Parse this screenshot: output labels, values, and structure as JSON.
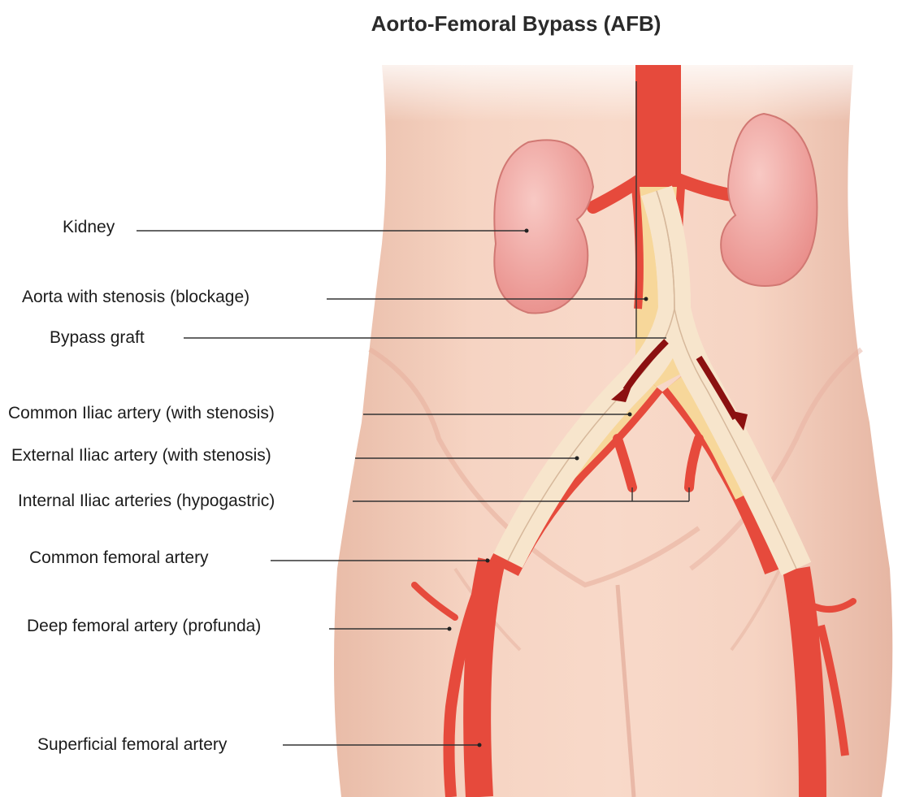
{
  "title": "Aorto-Femoral Bypass (AFB)",
  "labels": {
    "kidney": "Kidney",
    "aorta": "Aorta with stenosis (blockage)",
    "graft": "Bypass graft",
    "common_iliac": "Common Iliac artery (with stenosis)",
    "external_iliac": "External Iliac artery (with stenosis)",
    "internal_iliac": "Internal Iliac arteries (hypogastric)",
    "common_femoral": "Common femoral artery",
    "deep_femoral": "Deep femoral artery (profunda)",
    "superficial_femoral": "Superficial femoral artery"
  },
  "colors": {
    "skin": "#f3cbb7",
    "skin_shadow": "#e5b1a0",
    "artery": "#e64a3c",
    "artery_dark": "#b82e25",
    "kidney": "#f2a8a4",
    "graft": "#f7e5cc",
    "plaque": "#f7d79a",
    "leader": "#333333",
    "arrow": "#8b1010"
  }
}
